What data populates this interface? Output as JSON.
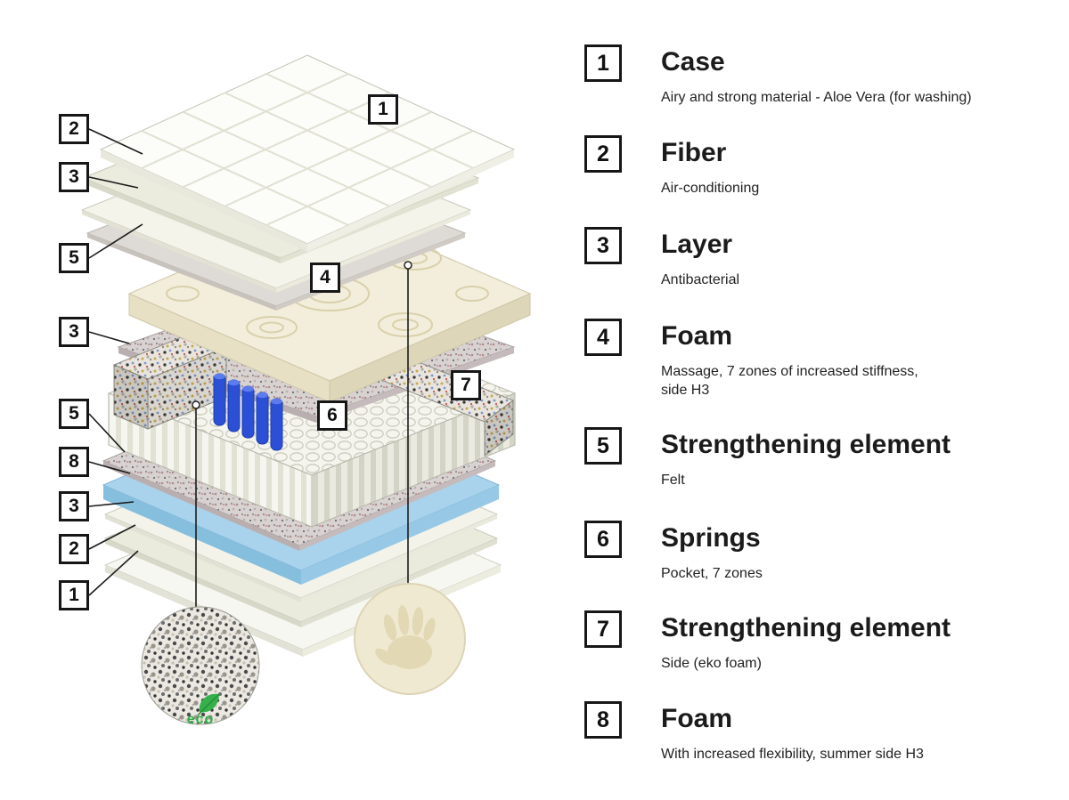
{
  "legend": {
    "items": [
      {
        "num": "1",
        "title": "Case",
        "desc": "Airy and strong material - Aloe Vera (for washing)"
      },
      {
        "num": "2",
        "title": "Fiber",
        "desc": "Air-conditioning"
      },
      {
        "num": "3",
        "title": "Layer",
        "desc": "Antibacterial"
      },
      {
        "num": "4",
        "title": "Foam",
        "desc": "Massage, 7 zones of increased stiffness,\nside H3"
      },
      {
        "num": "5",
        "title": "Strengthening element",
        "desc": "Felt"
      },
      {
        "num": "6",
        "title": "Springs",
        "desc": "Pocket, 7 zones"
      },
      {
        "num": "7",
        "title": "Strengthening element",
        "desc": "Side (eko foam)"
      },
      {
        "num": "8",
        "title": "Foam",
        "desc": "With increased flexibility, summer side H3"
      }
    ]
  },
  "diagram": {
    "callouts": [
      {
        "label": "2"
      },
      {
        "label": "3"
      },
      {
        "label": "1"
      },
      {
        "label": "5"
      },
      {
        "label": "3"
      },
      {
        "label": "4"
      },
      {
        "label": "7"
      },
      {
        "label": "6"
      },
      {
        "label": "5"
      },
      {
        "label": "8"
      },
      {
        "label": "3"
      },
      {
        "label": "2"
      },
      {
        "label": "1"
      }
    ],
    "eco_label": "eco"
  },
  "colors": {
    "eco_green": "#2fae44",
    "spring_blue": "#2b50d6",
    "summer_foam_blue": "#a9d3ed",
    "massage_foam_cream": "#f3eedb"
  }
}
